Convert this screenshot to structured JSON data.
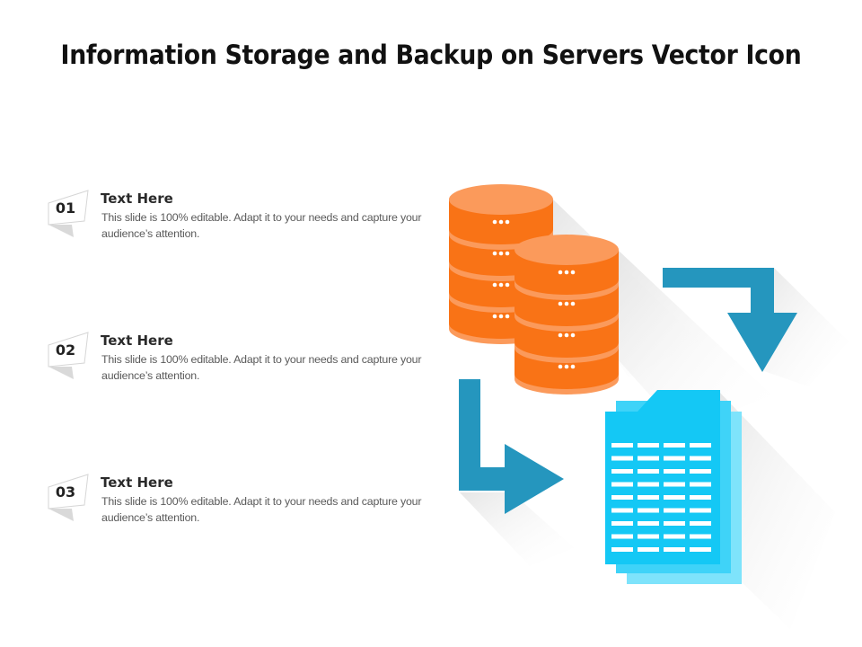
{
  "title": "Information Storage and Backup on Servers Vector Icon",
  "items": [
    {
      "number": "01",
      "heading": "Text Here",
      "description": "This slide is 100% editable. Adapt it to your needs and capture your audience’s attention."
    },
    {
      "number": "02",
      "heading": "Text Here",
      "description": "This slide is 100% editable. Adapt it to your needs and capture your audience’s attention."
    },
    {
      "number": "03",
      "heading": "Text Here",
      "description": "This slide is 100% editable. Adapt it to your needs and capture your audience’s attention."
    }
  ],
  "illustration": {
    "server_stacks": [
      {
        "name": "back-server-stack",
        "disks": 4
      },
      {
        "name": "front-server-stack",
        "disks": 4
      }
    ],
    "document": {
      "rows": 9,
      "columns": 4,
      "pages": 3
    },
    "arrows": [
      "arrow-down-right-bend",
      "arrow-down-then-right"
    ],
    "colors": {
      "server_orange": "#F97316",
      "server_top": "#FB9A5B",
      "arrow_blue": "#2596BE",
      "document_cyan": "#14C8F5",
      "document_back": "#7EE3FB",
      "shadow_gray": "#EBEBEB"
    }
  }
}
